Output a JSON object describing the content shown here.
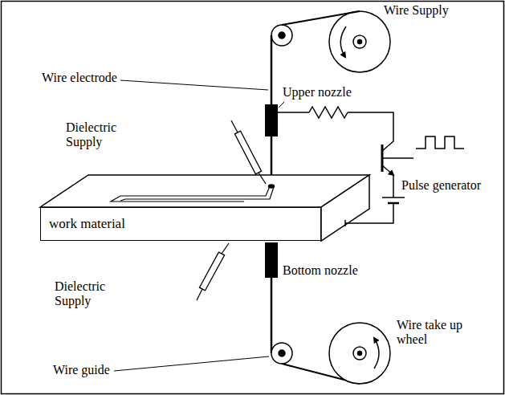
{
  "diagram": {
    "nodes": [
      {
        "text": [
          "work material"
        ]
      }
    ],
    "labels": [
      "Wire Supply",
      "Wire electrode",
      "Upper nozzle",
      "Dielectric Supply",
      "Pulse generator",
      "Bottom nozzle",
      "Dielectric Supply",
      "Wire take up wheel",
      "Wire guide"
    ]
  }
}
